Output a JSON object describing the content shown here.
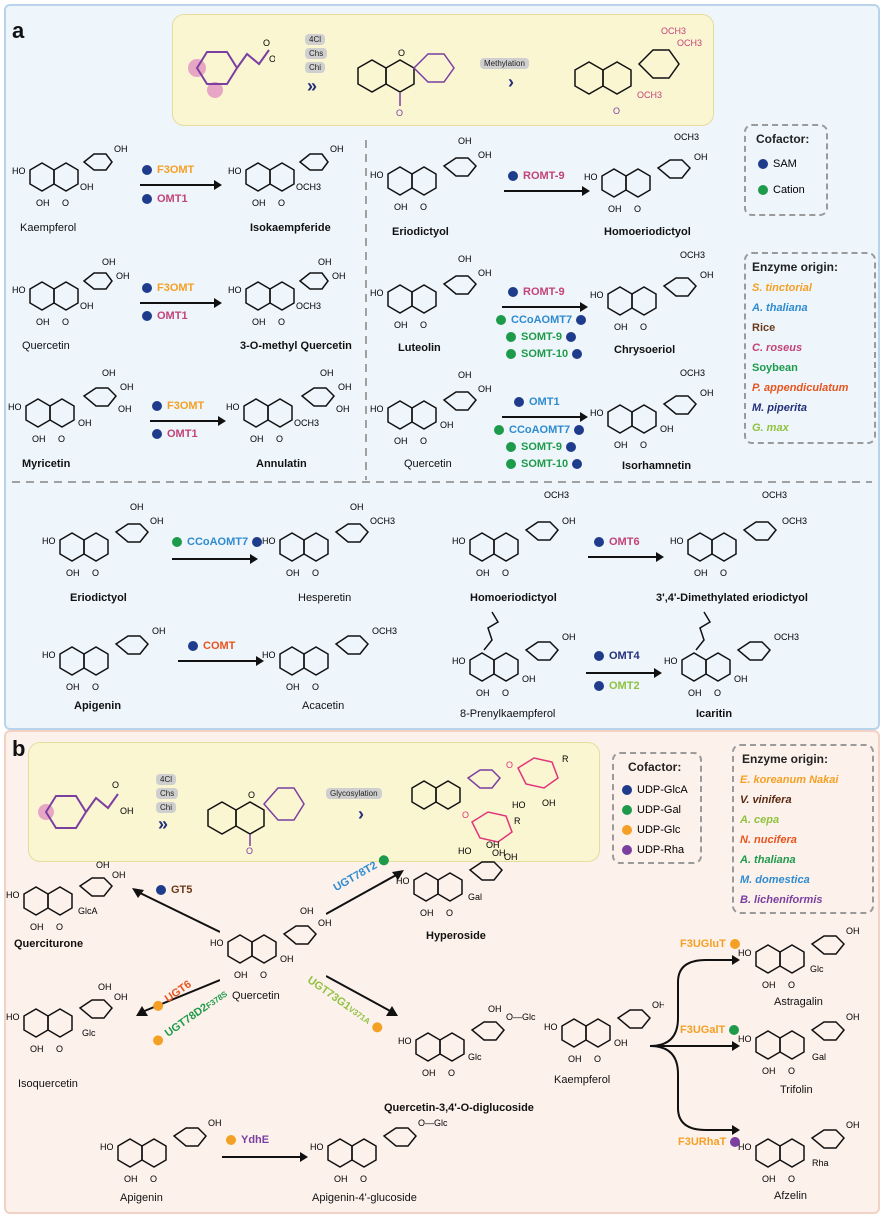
{
  "panel_a": {
    "label": "a",
    "steps": [
      "4Cl",
      "Chs",
      "Chi"
    ],
    "methylation": "Methylation",
    "cofactor_title": "Cofactor:",
    "cofactors": [
      {
        "label": "SAM",
        "color": "#1f3c8c"
      },
      {
        "label": "Cation",
        "color": "#1e9b4a"
      }
    ],
    "origin_title": "Enzyme origin:",
    "origins": [
      {
        "label": "S. tinctorial",
        "color": "#f4a024",
        "italic": true
      },
      {
        "label": "A. thaliana",
        "color": "#2e8bd0",
        "italic": true
      },
      {
        "label": "Rice",
        "color": "#6b3b1a",
        "italic": false
      },
      {
        "label": "C. roseus",
        "color": "#c2437a",
        "italic": true
      },
      {
        "label": "Soybean",
        "color": "#1e9b4a",
        "italic": false
      },
      {
        "label": "P. appendiculatum",
        "color": "#e8541e",
        "italic": true
      },
      {
        "label": "M. piperita",
        "color": "#24307a",
        "italic": true
      },
      {
        "label": "G. max",
        "color": "#8fc23e",
        "italic": true
      }
    ],
    "molecules": {
      "kaempferol": "Kaempferol",
      "isokaempferide": "Isokaempferide",
      "quercetin": "Quercetin",
      "methyl_quercetin": "3-O-methyl Quercetin",
      "myricetin": "Myricetin",
      "annulatin": "Annulatin",
      "eriodictyol": "Eriodictyol",
      "homoeriodictyol": "Homoeriodictyol",
      "luteolin": "Luteolin",
      "chrysoeriol": "Chrysoeriol",
      "quercetin2": "Quercetin",
      "isorhamnetin": "Isorhamnetin",
      "eriodictyol2": "Eriodictyol",
      "hesperetin": "Hesperetin",
      "homoeriodictyol2": "Homoeriodictyol",
      "dimethyl_eriodictyol": "3',4'-Dimethylated eriodictyol",
      "apigenin": "Apigenin",
      "acacetin": "Acacetin",
      "prenylkaempferol": "8-Prenylkaempferol",
      "icaritin": "Icaritin"
    },
    "enzymes": {
      "f3omt": "F3OMT",
      "omt1": "OMT1",
      "romt9": "ROMT-9",
      "ccoaomt7": "CCoAOMT7",
      "somt9": "SOMT-9",
      "somt10": "SOMT-10",
      "omt6": "OMT6",
      "comt": "COMT",
      "omt4": "OMT4",
      "omt2": "OMT2"
    }
  },
  "panel_b": {
    "label": "b",
    "steps": [
      "4Cl",
      "Chs",
      "Chi"
    ],
    "glycosylation": "Glycosylation",
    "cofactor_title": "Cofactor:",
    "cofactors": [
      {
        "label": "UDP-GlcA",
        "color": "#1f3c8c"
      },
      {
        "label": "UDP-Gal",
        "color": "#1e9b4a"
      },
      {
        "label": "UDP-Glc",
        "color": "#f4a024"
      },
      {
        "label": "UDP-Rha",
        "color": "#7b3fa0"
      }
    ],
    "origin_title": "Enzyme origin:",
    "origins": [
      {
        "label": "E. koreanum Nakai",
        "color": "#f4a024"
      },
      {
        "label": "V. vinifera",
        "color": "#5a2a10"
      },
      {
        "label": "A. cepa",
        "color": "#8fc23e"
      },
      {
        "label": "N. nucifera",
        "color": "#e8541e"
      },
      {
        "label": "A. thaliana",
        "color": "#1e9b4a"
      },
      {
        "label": "M. domestica",
        "color": "#2e8bd0"
      },
      {
        "label": "B. licheniformis",
        "color": "#7b3fa0"
      }
    ],
    "molecules": {
      "quercituronе": "Querciturone",
      "quercetin": "Quercetin",
      "hyperoside": "Hyperoside",
      "isoquercetin": "Isoquercetin",
      "diglucoside": "Quercetin-3,4'-O-diglucoside",
      "kaempferol": "Kaempferol",
      "astragalin": "Astragalin",
      "trifolin": "Trifolin",
      "afzelin": "Afzelin",
      "apigenin": "Apigenin",
      "apigenin_glucoside": "Apigenin-4'-glucoside"
    },
    "enzymes": {
      "gt5": "GT5",
      "ugt78t2": "UGT78T2",
      "ugt6": "UGT6",
      "ugt78d2": "UGT78D2",
      "ugt78d2_sup": "F378S",
      "ugt73g1": "UGT73G1",
      "ugt73g1_sup": "V371A",
      "f3uglut": "F3UGluT",
      "f3ugalt": "F3UGalT",
      "f3urhat": "F3URhaT",
      "ydhe": "YdhE"
    }
  }
}
